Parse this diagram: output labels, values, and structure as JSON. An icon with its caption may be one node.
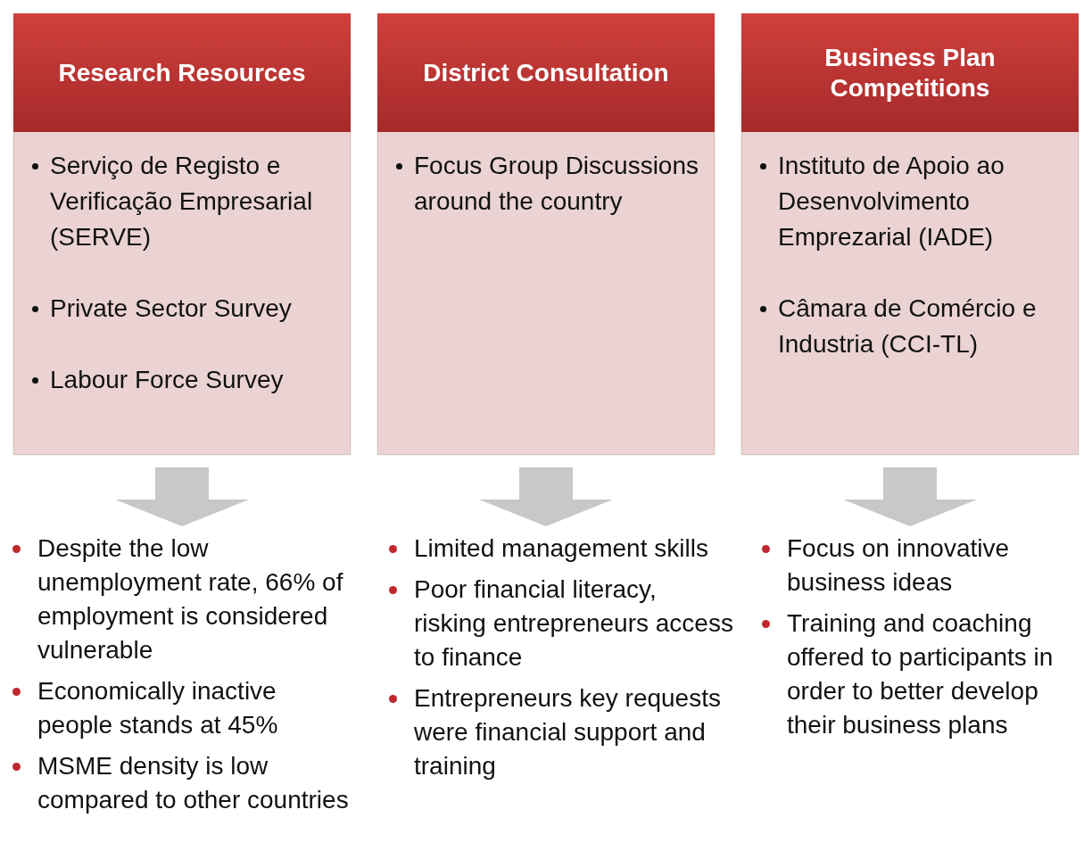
{
  "diagram": {
    "nodes": [
      {
        "text": [
          "Research Resources",
          "Serviço de Registo e Verificação Empresarial (SERVE)",
          "Private Sector Survey",
          "Labour Force Survey"
        ]
      },
      {
        "text": [
          "Despite the low unemployment rate, 66% of employment is considered vulnerable",
          "Economically inactive people stands at 45%",
          "MSME density is low compared to other countries"
        ]
      },
      {
        "text": [
          "District Consultation",
          "Focus Group Discussions around the country"
        ]
      },
      {
        "text": [
          "Limited management skills",
          "Poor financial literacy, risking entrepreneurs access to finance",
          "Entrepreneurs key requests were financial support and training"
        ]
      },
      {
        "text": [
          "Business Plan Competitions",
          "Instituto de Apoio ao Desenvolvimento Emprezarial (IADE)",
          "Câmara de Comércio e Industria (CCI-TL)"
        ]
      },
      {
        "text": [
          "Focus on innovative business ideas",
          "Training and coaching offered to participants in order to better develop their business plans"
        ]
      }
    ],
    "edges": [
      {
        "from": 0,
        "to": 1,
        "arrow": "to"
      },
      {
        "from": 2,
        "to": 3,
        "arrow": "to"
      },
      {
        "from": 4,
        "to": 5,
        "arrow": "to"
      }
    ]
  }
}
